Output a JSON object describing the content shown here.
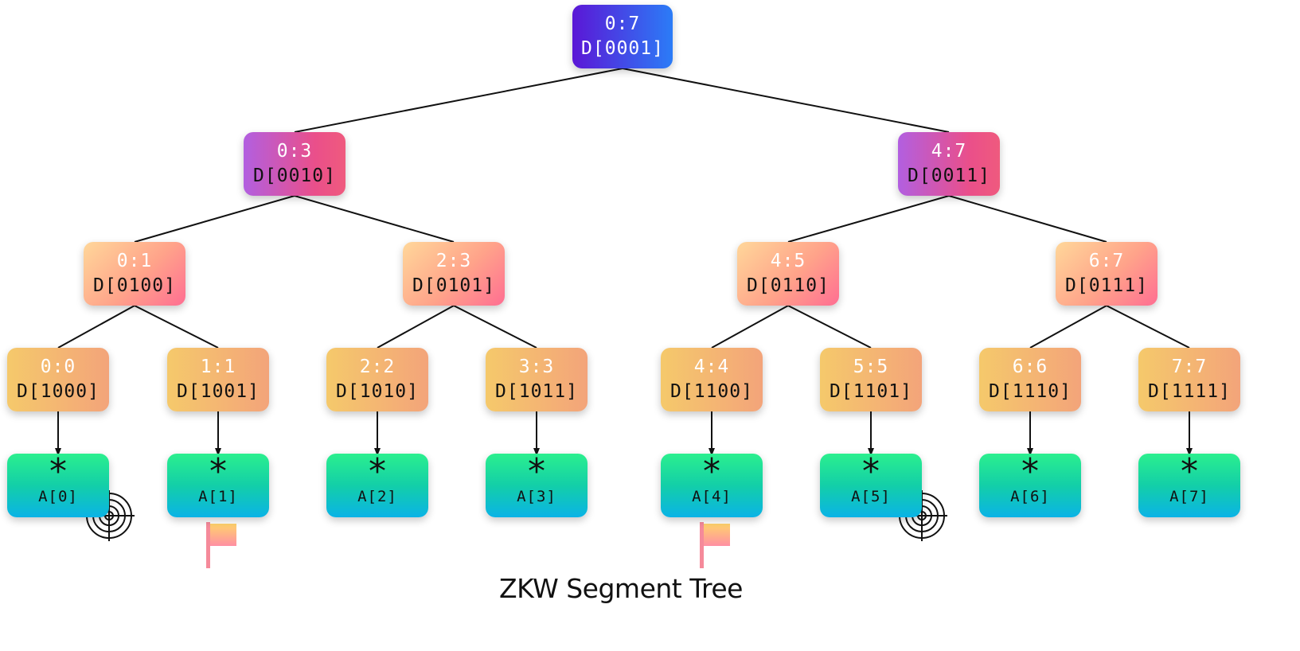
{
  "title": "ZKW Segment Tree",
  "internal_nodes": [
    {
      "id": "n1",
      "range": "0:7",
      "label": "D[0001]",
      "level": 0
    },
    {
      "id": "n2",
      "range": "0:3",
      "label": "D[0010]",
      "level": 1
    },
    {
      "id": "n3",
      "range": "4:7",
      "label": "D[0011]",
      "level": 1
    },
    {
      "id": "n4",
      "range": "0:1",
      "label": "D[0100]",
      "level": 2
    },
    {
      "id": "n5",
      "range": "2:3",
      "label": "D[0101]",
      "level": 2
    },
    {
      "id": "n6",
      "range": "4:5",
      "label": "D[0110]",
      "level": 2
    },
    {
      "id": "n7",
      "range": "6:7",
      "label": "D[0111]",
      "level": 2
    },
    {
      "id": "n8",
      "range": "0:0",
      "label": "D[1000]",
      "level": 3
    },
    {
      "id": "n9",
      "range": "1:1",
      "label": "D[1001]",
      "level": 3
    },
    {
      "id": "n10",
      "range": "2:2",
      "label": "D[1010]",
      "level": 3
    },
    {
      "id": "n11",
      "range": "3:3",
      "label": "D[1011]",
      "level": 3
    },
    {
      "id": "n12",
      "range": "4:4",
      "label": "D[1100]",
      "level": 3
    },
    {
      "id": "n13",
      "range": "5:5",
      "label": "D[1101]",
      "level": 3
    },
    {
      "id": "n14",
      "range": "6:6",
      "label": "D[1110]",
      "level": 3
    },
    {
      "id": "n15",
      "range": "7:7",
      "label": "D[1111]",
      "level": 3
    }
  ],
  "leaves": [
    {
      "id": "a0",
      "symbol": "*",
      "label": "A[0]",
      "marker": "target"
    },
    {
      "id": "a1",
      "symbol": "*",
      "label": "A[1]",
      "marker": "flag"
    },
    {
      "id": "a2",
      "symbol": "*",
      "label": "A[2]",
      "marker": ""
    },
    {
      "id": "a3",
      "symbol": "*",
      "label": "A[3]",
      "marker": ""
    },
    {
      "id": "a4",
      "symbol": "*",
      "label": "A[4]",
      "marker": "flag"
    },
    {
      "id": "a5",
      "symbol": "*",
      "label": "A[5]",
      "marker": "target"
    },
    {
      "id": "a6",
      "symbol": "*",
      "label": "A[6]",
      "marker": ""
    },
    {
      "id": "a7",
      "symbol": "*",
      "label": "A[7]",
      "marker": ""
    }
  ],
  "icons": {
    "target": "crosshair-target-icon",
    "flag": "flag-icon"
  },
  "colors": {
    "line": "#111111",
    "flag_pole": "#f58a9a",
    "flag_top": "#ffd36b",
    "flag_bottom": "#ff8fa3"
  }
}
